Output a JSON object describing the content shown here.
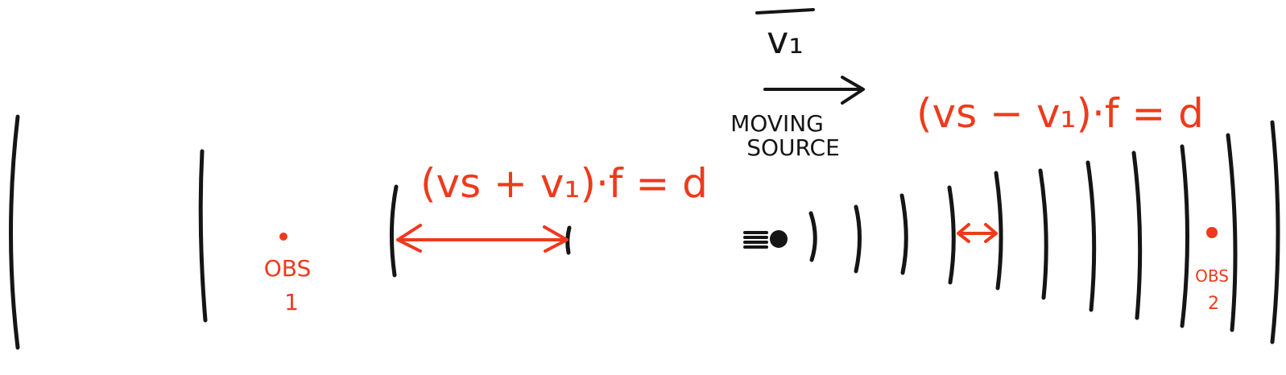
{
  "colors": {
    "ink": "#151515",
    "red": "#ee3a1c"
  },
  "labels": {
    "velocity": "v₁",
    "source_line1": "MOVING",
    "source_line2": "SOURCE",
    "obs1_line1": "OBS",
    "obs1_line2": "1",
    "obs2_line1": "OBS",
    "obs2_line2": "2",
    "left_formula": "(vs + v₁)·f = d",
    "right_formula": "(vs − v₁)·f = d"
  },
  "icons": {
    "source": "moving-source-dot-icon",
    "observer": "observer-dot-icon"
  }
}
